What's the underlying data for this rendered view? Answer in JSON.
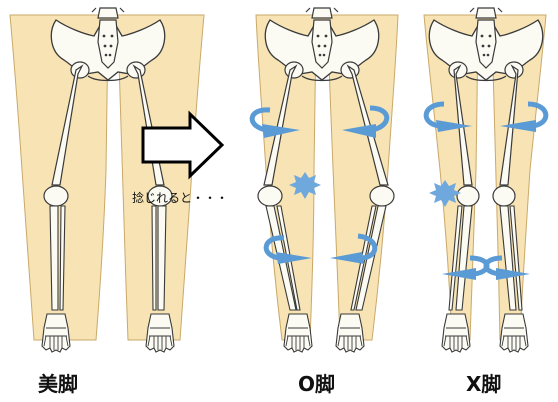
{
  "figures": [
    {
      "label": "美脚"
    },
    {
      "label": "O脚"
    },
    {
      "label": "X脚"
    }
  ],
  "transition_caption": "捻じれると・・・",
  "colors": {
    "skin": "#f7e3b3",
    "skin_outline": "#c9a96a",
    "bone": "#fbfbf4",
    "bone_outline": "#3a3a3a",
    "rotation_arrow": "#5b9bd5",
    "stress_mark": "#6fa8dc"
  }
}
